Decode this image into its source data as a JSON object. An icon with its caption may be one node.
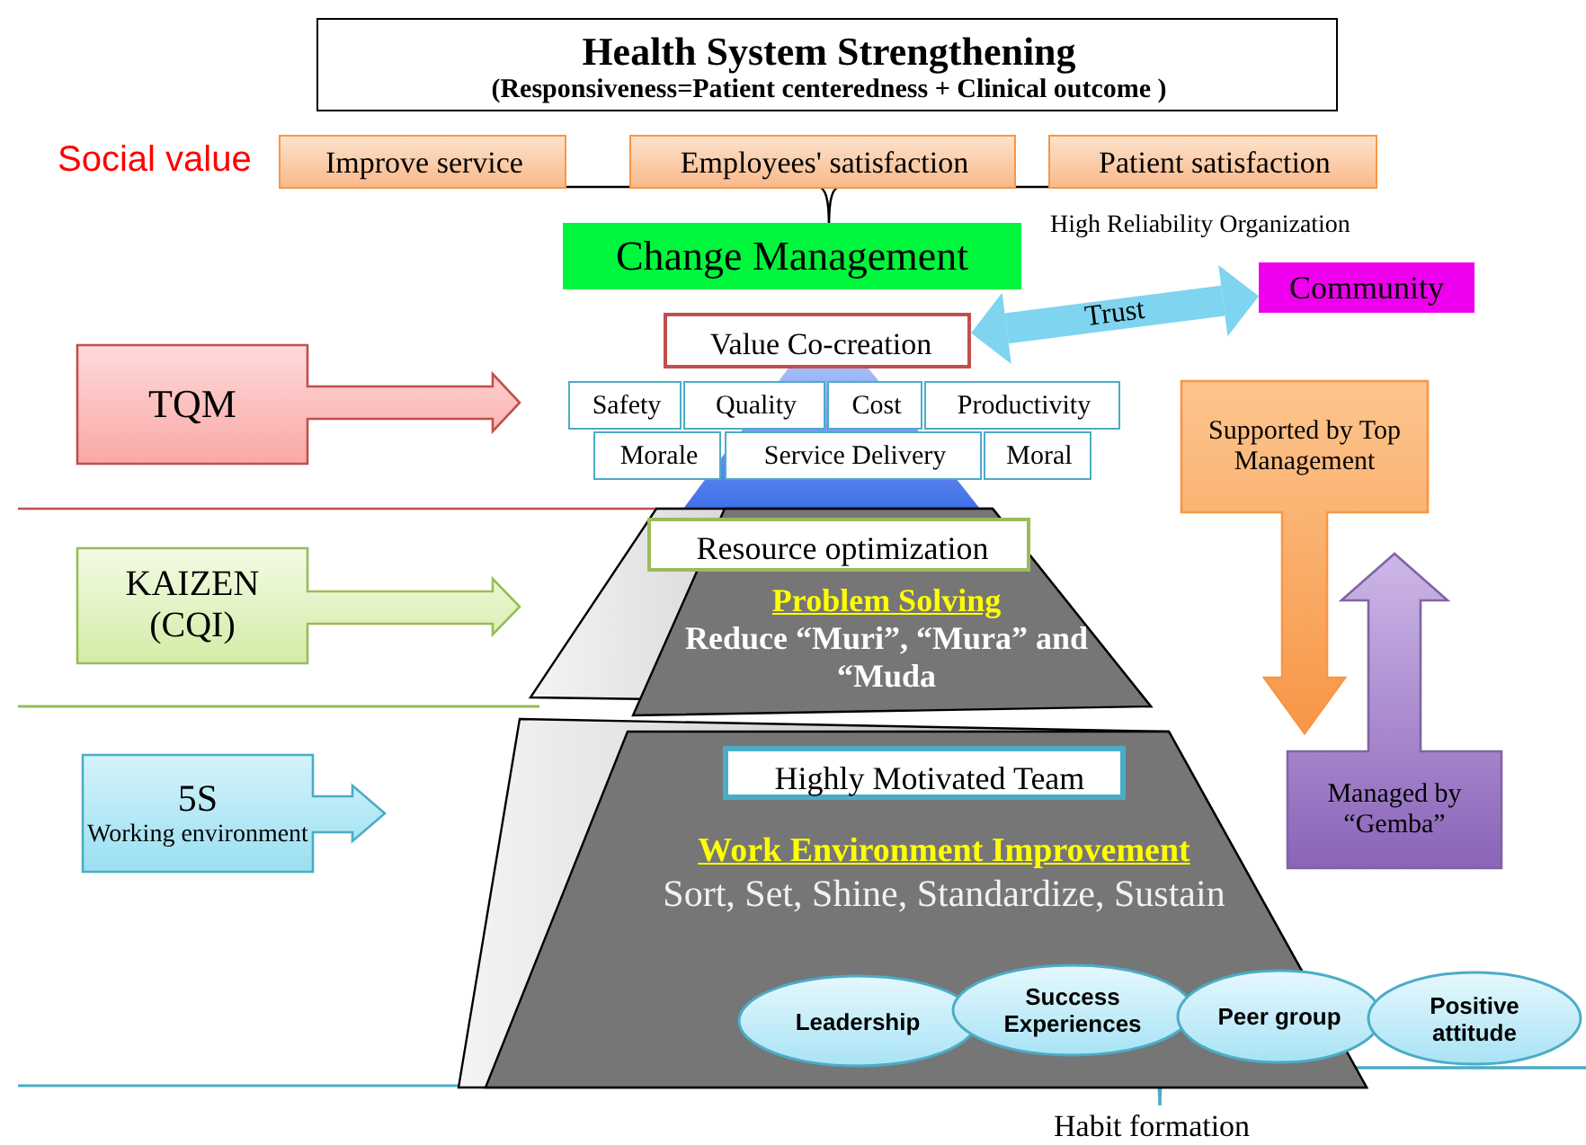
{
  "diagram": {
    "nodes": [
      {
        "text": [
          "Health System Strengthening",
          "(Responsiveness=Patient centeredness + Clinical outcome )"
        ]
      },
      {
        "text": [
          "Improve service"
        ]
      },
      {
        "text": [
          "Employees' satisfaction"
        ]
      },
      {
        "text": [
          "Patient satisfaction"
        ]
      },
      {
        "text": [
          "Change Management"
        ]
      },
      {
        "text": [
          "Community"
        ]
      },
      {
        "text": [
          "Value Co-creation"
        ]
      },
      {
        "text": [
          "Safety"
        ]
      },
      {
        "text": [
          "Quality"
        ]
      },
      {
        "text": [
          "Cost"
        ]
      },
      {
        "text": [
          "Productivity"
        ]
      },
      {
        "text": [
          "Morale"
        ]
      },
      {
        "text": [
          "Service Delivery"
        ]
      },
      {
        "text": [
          "Moral"
        ]
      },
      {
        "text": [
          "TQM"
        ]
      },
      {
        "text": [
          "Supported by Top Management"
        ]
      },
      {
        "text": [
          "Problem Solving",
          "Reduce “Muri”, “Mura” and “Muda"
        ]
      },
      {
        "text": [
          "Resource optimization"
        ],
        "in": 16
      },
      {
        "text": [
          "KAIZEN (CQI)"
        ]
      },
      {
        "text": [
          "5S",
          "Working environment"
        ]
      },
      {
        "text": [
          "Work Environment Improvement",
          "Sort, Set, Shine, Standardize, Sustain"
        ]
      },
      {
        "text": [
          "Highly Motivated Team"
        ],
        "in": 20
      },
      {
        "text": [
          "Managed by “Gemba”"
        ]
      },
      {
        "text": [
          "Leadership"
        ],
        "in": 20
      },
      {
        "text": [
          "Success Experiences"
        ],
        "in": 20
      },
      {
        "text": [
          "Peer group"
        ]
      },
      {
        "text": [
          "Positive attitude"
        ]
      }
    ],
    "edges": [
      {
        "from": 6,
        "to": 5,
        "arrow": "both",
        "label": "Trust"
      }
    ],
    "labels": [
      "Social value",
      "High Reliability Organization",
      "Habit formation"
    ]
  }
}
